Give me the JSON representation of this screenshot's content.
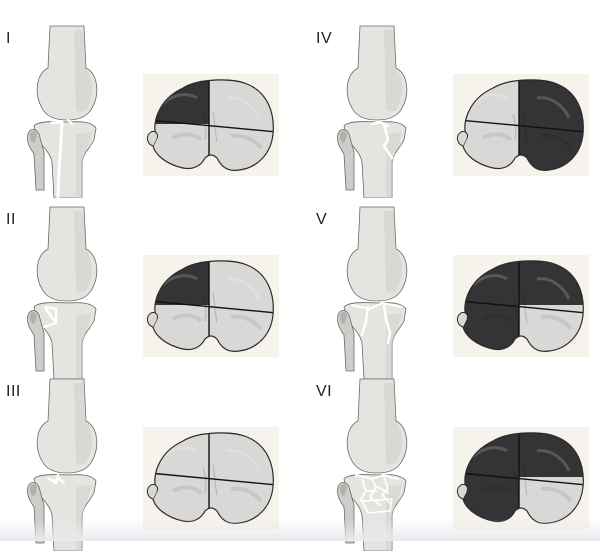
{
  "figure": {
    "panels": [
      {
        "label": "I",
        "fracture": "split",
        "quadrants": [
          "dark",
          "light",
          "light",
          "light"
        ]
      },
      {
        "label": "II",
        "fracture": "split-depression",
        "quadrants": [
          "dark",
          "light",
          "light",
          "light"
        ]
      },
      {
        "label": "III",
        "fracture": "depression",
        "quadrants": [
          "light",
          "light",
          "light",
          "light"
        ]
      },
      {
        "label": "IV",
        "fracture": "medial",
        "quadrants": [
          "light",
          "light",
          "dark",
          "dark"
        ]
      },
      {
        "label": "V",
        "fracture": "bicondylar",
        "quadrants": [
          "dark",
          "dark",
          "dark",
          "light"
        ]
      },
      {
        "label": "VI",
        "fracture": "comminuted",
        "quadrants": [
          "dark",
          "dark",
          "dark",
          "light"
        ]
      }
    ]
  },
  "colors": {
    "bone_light": "#e6e4e1",
    "bone_mid": "#cfcdc9",
    "bone_shade": "#b3b1ad",
    "quad_dark": "#343436",
    "quad_light": "#d9d8d6",
    "fracture": "#ffffff",
    "outline": "#6b6a68",
    "page_bg": "#ffffff"
  }
}
